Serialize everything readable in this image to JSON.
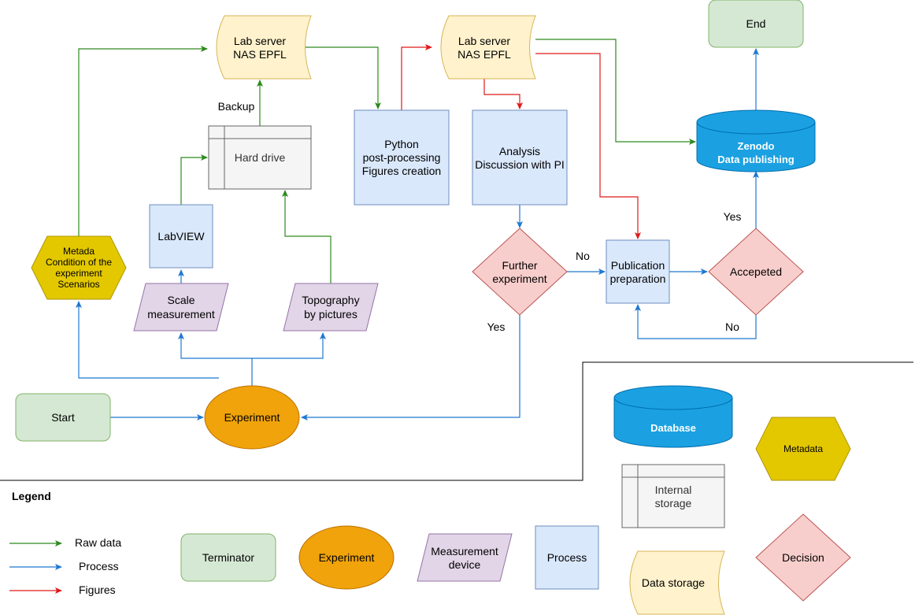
{
  "colors": {
    "raw": "#2d8a1e",
    "process": "#1f78d1",
    "figures": "#e01919",
    "terminator_fill": "#d5e8d4",
    "terminator_stroke": "#82b366",
    "experiment_fill": "#f0a30a",
    "experiment_stroke": "#bd7000",
    "measure_fill": "#e1d5e7",
    "measure_stroke": "#9673a6",
    "process_fill": "#dae8fc",
    "process_stroke": "#6c8ebf",
    "storage_fill": "#fff2cc",
    "storage_stroke": "#d6b656",
    "db_fill": "#1ba1e2",
    "db_stroke": "#006eaf",
    "meta_fill": "#e3c800",
    "meta_stroke": "#b09500",
    "internal_fill": "#f5f5f5",
    "internal_stroke": "#666666",
    "decision_fill": "#f8cecc",
    "decision_stroke": "#b85450"
  },
  "nodes": {
    "start": "Start",
    "experiment": "Experiment",
    "metadata": [
      "Metada",
      "Condition of the",
      "experiment",
      "Scenarios"
    ],
    "labview": "LabVIEW",
    "scale": [
      "Scale",
      "measurement"
    ],
    "topography": [
      "Topography",
      "by pictures"
    ],
    "hard_drive": "Hard drive",
    "lab_server_1": [
      "Lab server",
      "NAS EPFL"
    ],
    "lab_server_2": [
      "Lab server",
      "NAS EPFL"
    ],
    "python": [
      "Python",
      "post-processing",
      "Figures creation"
    ],
    "analysis": [
      "Analysis",
      "Discussion with PI"
    ],
    "further": [
      "Further",
      "experiment"
    ],
    "publication": [
      "Publication",
      "preparation"
    ],
    "accepted": "Accepeted",
    "zenodo": [
      "Zenodo",
      "Data publishing"
    ],
    "end": "End"
  },
  "edge_labels": {
    "backup": "Backup",
    "no_further": "No",
    "yes_further": "Yes",
    "yes_accepted": "Yes",
    "no_accepted": "No"
  },
  "legend": {
    "title": "Legend",
    "lines": [
      {
        "label": "Raw data",
        "color": "#2d8a1e"
      },
      {
        "label": "Process",
        "color": "#1f78d1"
      },
      {
        "label": "Figures",
        "color": "#e01919"
      }
    ],
    "terminator": "Terminator",
    "experiment": "Experiment",
    "measurement": [
      "Measurement",
      "device"
    ],
    "process": "Process",
    "database": "Database",
    "metadata": "Metadata",
    "internal_storage": [
      "Internal",
      "storage"
    ],
    "data_storage": "Data storage",
    "decision": "Decision"
  }
}
